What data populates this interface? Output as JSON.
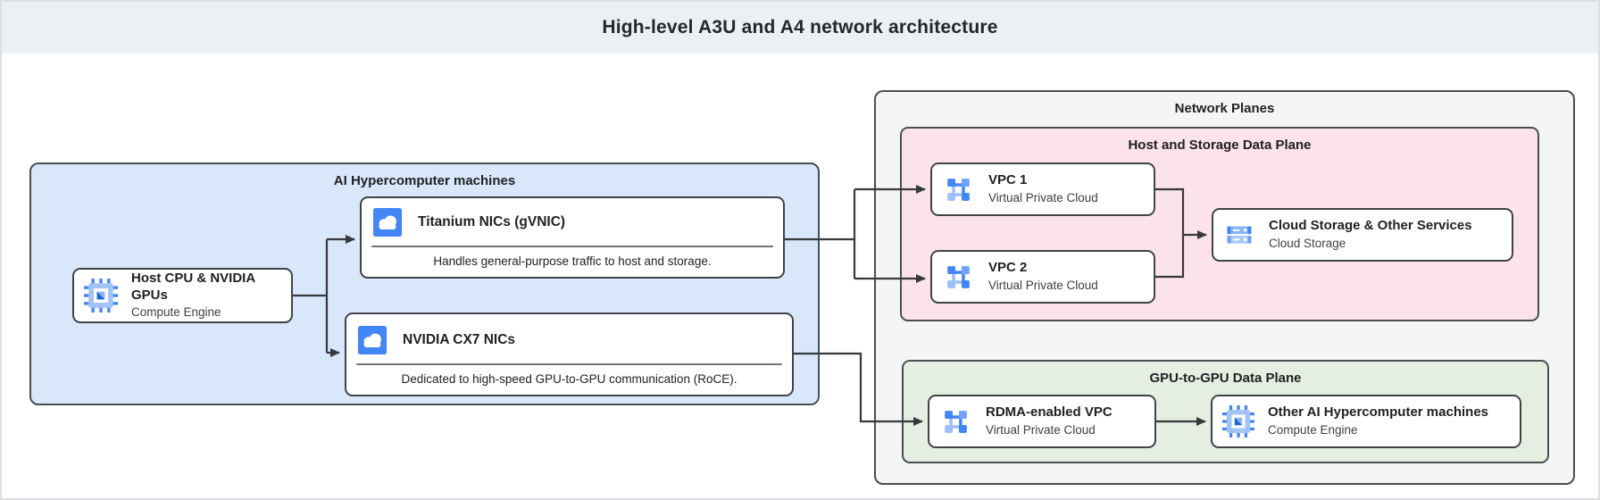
{
  "header": {
    "title": "High-level A3U and A4 network architecture"
  },
  "containers": {
    "ai_machines": {
      "label": "AI Hypercomputer machines"
    },
    "network_planes": {
      "label": "Network Planes"
    },
    "host_storage_plane": {
      "label": "Host and Storage Data Plane"
    },
    "gpu_plane": {
      "label": "GPU-to-GPU Data Plane"
    }
  },
  "nodes": {
    "host_cpu": {
      "title": "Host CPU & NVIDIA GPUs",
      "subtitle": "Compute Engine",
      "icon": "compute-engine-icon"
    },
    "titanium_nic": {
      "title": "Titanium NICs (gVNIC)",
      "description": "Handles general-purpose traffic to host and storage.",
      "icon": "cloud-nic-icon"
    },
    "cx7_nic": {
      "title": "NVIDIA CX7 NICs",
      "description": "Dedicated to high-speed GPU-to-GPU communication (RoCE).",
      "icon": "cloud-nic-icon"
    },
    "vpc1": {
      "title": "VPC 1",
      "subtitle": "Virtual Private Cloud",
      "icon": "vpc-icon"
    },
    "vpc2": {
      "title": "VPC 2",
      "subtitle": "Virtual Private Cloud",
      "icon": "vpc-icon"
    },
    "cloud_storage": {
      "title": "Cloud Storage & Other Services",
      "subtitle": "Cloud Storage",
      "icon": "cloud-storage-icon"
    },
    "rdma_vpc": {
      "title": "RDMA-enabled VPC",
      "subtitle": "Virtual Private Cloud",
      "icon": "vpc-icon"
    },
    "other_machines": {
      "title": "Other AI Hypercomputer machines",
      "subtitle": "Compute Engine",
      "icon": "compute-engine-icon"
    }
  },
  "edges": [
    {
      "from": "host_cpu",
      "to": "titanium_nic"
    },
    {
      "from": "host_cpu",
      "to": "cx7_nic"
    },
    {
      "from": "titanium_nic",
      "to": "vpc1"
    },
    {
      "from": "titanium_nic",
      "to": "vpc2"
    },
    {
      "from": "vpc1",
      "to": "cloud_storage"
    },
    {
      "from": "vpc2",
      "to": "cloud_storage"
    },
    {
      "from": "cx7_nic",
      "to": "rdma_vpc"
    },
    {
      "from": "rdma_vpc",
      "to": "other_machines"
    }
  ],
  "colors": {
    "header_bg": "#edf0f2",
    "blue_container": "#d8e7fa",
    "gray_container": "#f4f5f5",
    "pink_container": "#fbe2eb",
    "green_container": "#e4efe2",
    "icon_blue": "#4285f4",
    "icon_blue_light": "#9dbff9",
    "icon_blue_dark": "#1a67d3",
    "line": "#37393c"
  }
}
